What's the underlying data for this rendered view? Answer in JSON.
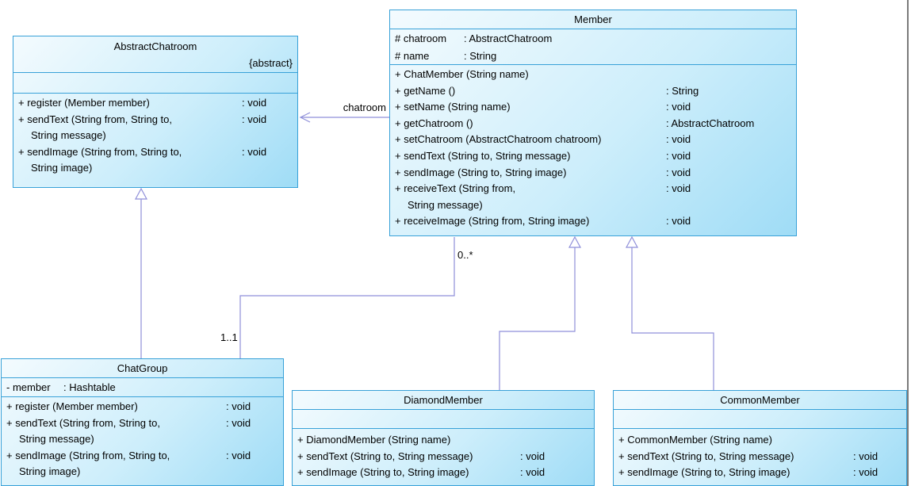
{
  "diagram": {
    "colors": {
      "box_border": "#38a1d8",
      "box_fill_start": "#f4fbfe",
      "box_fill_end": "#9fdcf6",
      "edge_line": "#8f8fd9",
      "text": "#000000"
    },
    "classes": {
      "abstract_chatroom": {
        "name": "AbstractChatroom",
        "stereotype": "{abstract}",
        "attributes": [],
        "methods": [
          {
            "sig": "+ register (Member member)",
            "ret": ": void"
          },
          {
            "sig": "+ sendText (String from, String to,",
            "cont": "String message)",
            "ret": ": void"
          },
          {
            "sig": "+ sendImage (String from, String to,",
            "cont": "String image)",
            "ret": ": void"
          }
        ]
      },
      "member": {
        "name": "Member",
        "attributes": [
          {
            "sig": "# chatroom",
            "ret": ": AbstractChatroom"
          },
          {
            "sig": "# name",
            "ret": ": String"
          }
        ],
        "methods": [
          {
            "sig": "+ ChatMember (String name)",
            "ret": ""
          },
          {
            "sig": "+ getName ()",
            "ret": ": String"
          },
          {
            "sig": "+ setName (String name)",
            "ret": ": void"
          },
          {
            "sig": "+ getChatroom ()",
            "ret": ": AbstractChatroom"
          },
          {
            "sig": "+ setChatroom (AbstractChatroom chatroom)",
            "ret": ": void"
          },
          {
            "sig": "+ sendText (String to, String message)",
            "ret": ": void"
          },
          {
            "sig": "+ sendImage (String to, String image)",
            "ret": ": void"
          },
          {
            "sig": "+ receiveText (String from,",
            "cont": "String message)",
            "ret": ": void"
          },
          {
            "sig": "+ receiveImage (String from, String image)",
            "ret": ": void"
          }
        ]
      },
      "chat_group": {
        "name": "ChatGroup",
        "attributes": [
          {
            "sig": "- member",
            "ret": ": Hashtable"
          }
        ],
        "methods": [
          {
            "sig": "+ register (Member member)",
            "ret": ": void"
          },
          {
            "sig": "+ sendText (String from, String to,",
            "cont": "String message)",
            "ret": ": void"
          },
          {
            "sig": "+ sendImage (String from, String to,",
            "cont": "String image)",
            "ret": ": void"
          }
        ]
      },
      "diamond_member": {
        "name": "DiamondMember",
        "attributes": [],
        "methods": [
          {
            "sig": "+ DiamondMember (String name)",
            "ret": ""
          },
          {
            "sig": "+ sendText (String to, String message)",
            "ret": ": void"
          },
          {
            "sig": "+ sendImage (String to, String image)",
            "ret": ": void"
          }
        ]
      },
      "common_member": {
        "name": "CommonMember",
        "attributes": [],
        "methods": [
          {
            "sig": "+ CommonMember (String name)",
            "ret": ""
          },
          {
            "sig": "+ sendText (String to, String message)",
            "ret": ": void"
          },
          {
            "sig": "+ sendImage (String to, String image)",
            "ret": ": void"
          }
        ]
      }
    },
    "edge_labels": {
      "chatroom_role": "chatroom",
      "member_multiplicity": "0..*",
      "chatgroup_multiplicity": "1..1"
    }
  }
}
